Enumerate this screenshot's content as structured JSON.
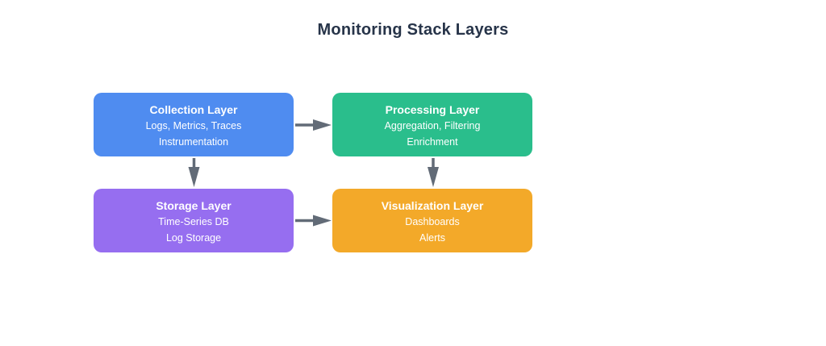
{
  "title": "Monitoring Stack Layers",
  "title_color": "#273449",
  "nodes": [
    {
      "id": "collection",
      "title": "Collection Layer",
      "lines": [
        "Logs, Metrics, Traces",
        "Instrumentation"
      ],
      "color": "#4f8cf0"
    },
    {
      "id": "processing",
      "title": "Processing Layer",
      "lines": [
        "Aggregation, Filtering",
        "Enrichment"
      ],
      "color": "#2abe8c"
    },
    {
      "id": "storage",
      "title": "Storage Layer",
      "lines": [
        "Time-Series DB",
        "Log Storage"
      ],
      "color": "#966ef0"
    },
    {
      "id": "visualization",
      "title": "Visualization Layer",
      "lines": [
        "Dashboards",
        "Alerts"
      ],
      "color": "#f3a929"
    }
  ],
  "edges": [
    {
      "from": "collection",
      "to": "processing"
    },
    {
      "from": "collection",
      "to": "storage"
    },
    {
      "from": "processing",
      "to": "visualization"
    },
    {
      "from": "storage",
      "to": "visualization"
    }
  ],
  "edge_style": {
    "color": "#626b77"
  }
}
